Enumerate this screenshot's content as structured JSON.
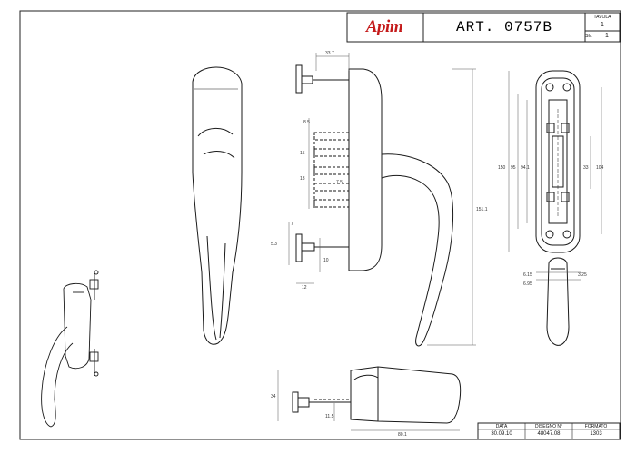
{
  "title_block": {
    "logo_text": "Apim",
    "article": "ART. 0757B",
    "tavola_label": "TAVOLA",
    "tavola_value": "1",
    "sheet_label": "Sh.",
    "sheet_value": "1"
  },
  "footer_block": {
    "col1_label": "DATA",
    "col1_value": "30.09.10",
    "col2_label": "DISEGNO N°",
    "col2_value": "48047.08",
    "col3_label": "FORMATO",
    "col3_value": "1303"
  },
  "dimensions": {
    "top_width": "33.7",
    "slot_a": "8.5",
    "slot_b": "15",
    "slot_c": "13",
    "slot_d": "7.5",
    "screw_a": "7",
    "screw_b": "5.3",
    "screw_c": "10",
    "screw_d": "12",
    "height_main": "151.1",
    "rose_h1": "150",
    "rose_h2": "95",
    "rose_h3": "94.1",
    "rose_h4": "33",
    "rose_h5": "104",
    "rose_w1": "6.15",
    "rose_w2": "6.95",
    "rose_w3": "3.25",
    "bottom_h1": "34",
    "bottom_h2": "11.5",
    "bottom_len": "80.1"
  },
  "colors": {
    "line": "#1a1a1a",
    "dim_line": "#555555",
    "accent": "#c41a1a"
  }
}
